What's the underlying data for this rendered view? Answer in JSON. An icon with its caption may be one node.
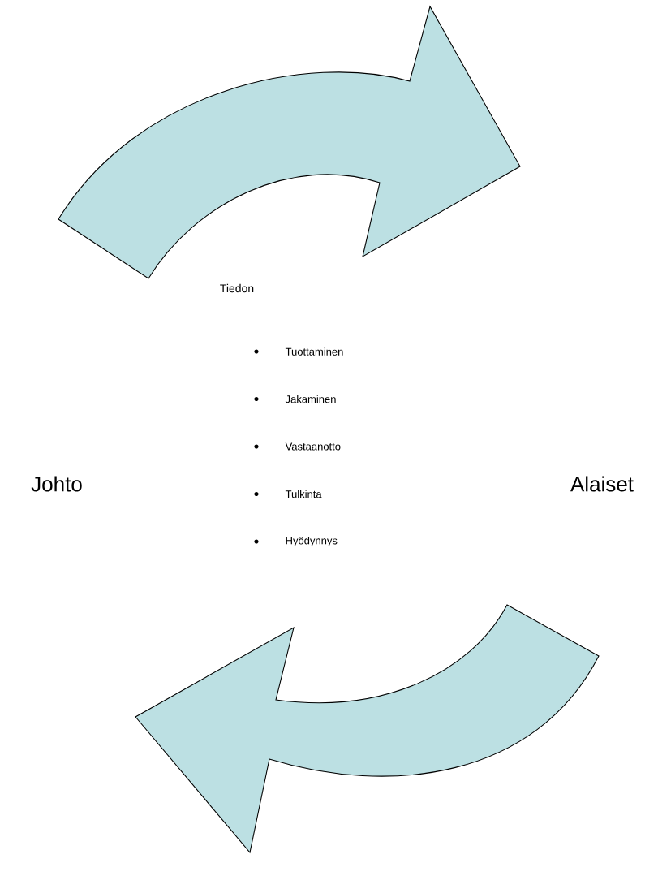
{
  "diagram": {
    "nodes": [
      {
        "text": [
          "Johto"
        ]
      },
      {
        "text": [
          "Alaiset"
        ]
      }
    ],
    "edges": [
      {
        "from": 0,
        "to": 1,
        "arrow": "to"
      },
      {
        "from": 1,
        "to": 0,
        "arrow": "to"
      }
    ],
    "labels": [
      "Tiedon",
      "Tuottaminen",
      "Jakaminen",
      "Vastaanotto",
      "Tulkinta",
      "Hyödynnys"
    ]
  }
}
